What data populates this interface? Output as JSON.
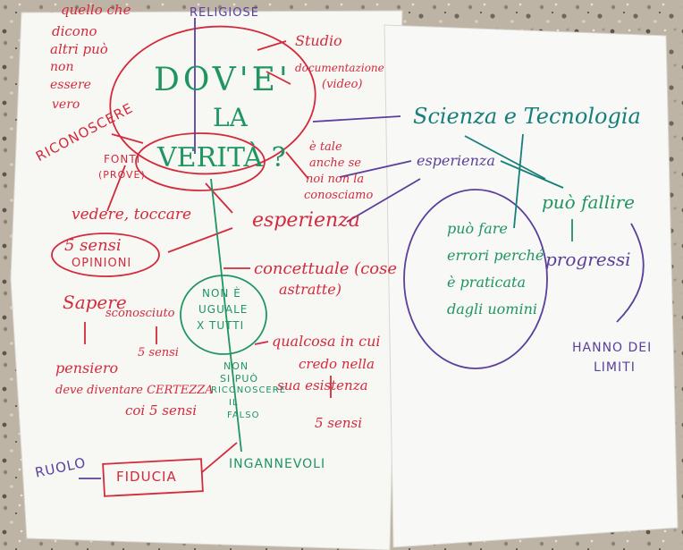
{
  "photo": {
    "colors": {
      "floor": "#b9b1a3",
      "paper": "#f7f7f4",
      "red_marker": "#d42a3c",
      "green_marker": "#1f9560",
      "purple_marker": "#5a3f9c",
      "teal_marker": "#167f7a"
    },
    "left_sheet": {
      "title_lines": [
        "DOV'E'",
        "LA",
        "VERITÀ ?"
      ],
      "top_label": "RELIGIOSE",
      "top_left_lines": [
        "quello che",
        "dicono",
        "altri può",
        "non",
        "essere",
        "vero"
      ],
      "studio": "Studio",
      "documentazione": "documentazione",
      "video": "(video)",
      "e_tale_lines": [
        "è tale",
        "anche se",
        "noi non la",
        "conosciamo"
      ],
      "riconoscere": "RICONOSCERE",
      "fonti": "FONTI",
      "prove": "(PROVE)",
      "vedere_toccare": "vedere, toccare",
      "esperienza": "esperienza",
      "cinque_sensi": "5 sensi",
      "opinioni": "OPINIONI",
      "concettuale_lines": [
        "concettuale (cose",
        "astratte)"
      ],
      "non_e_uguale_lines": [
        "NON È",
        "UGUALE",
        "X TUTTI"
      ],
      "sapere": "Sapere",
      "sconosciuto": "sconosciuto",
      "cinque_sensi_b": "5 sensi",
      "pensiero": "pensiero",
      "deve_diventare": "deve diventare CERTEZZA",
      "coi_5_sensi": "coi 5 sensi",
      "non_si_puo_lines": [
        "NON",
        "SI PUÒ",
        "RICONOSCERE",
        "IL",
        "FALSO"
      ],
      "qualcosa_lines": [
        "qualcosa in cui",
        "credo nella",
        "sua esistenza"
      ],
      "cinque_sensi_c": "5 sensi",
      "ruolo": "RUOLO",
      "fiducia": "FIDUCIA",
      "ingannevoli": "INGANNEVOLI"
    },
    "right_sheet": {
      "scienza": "Scienza e Tecnologia",
      "esperienza": "esperienza",
      "puo_fallire": "può fallire",
      "progressi": "progressi",
      "circle_lines": [
        "può fare",
        "errori perché",
        "è praticata",
        "dagli uomini"
      ],
      "hanno_limiti_lines": [
        "HANNO DEI",
        "LIMITI"
      ]
    }
  }
}
